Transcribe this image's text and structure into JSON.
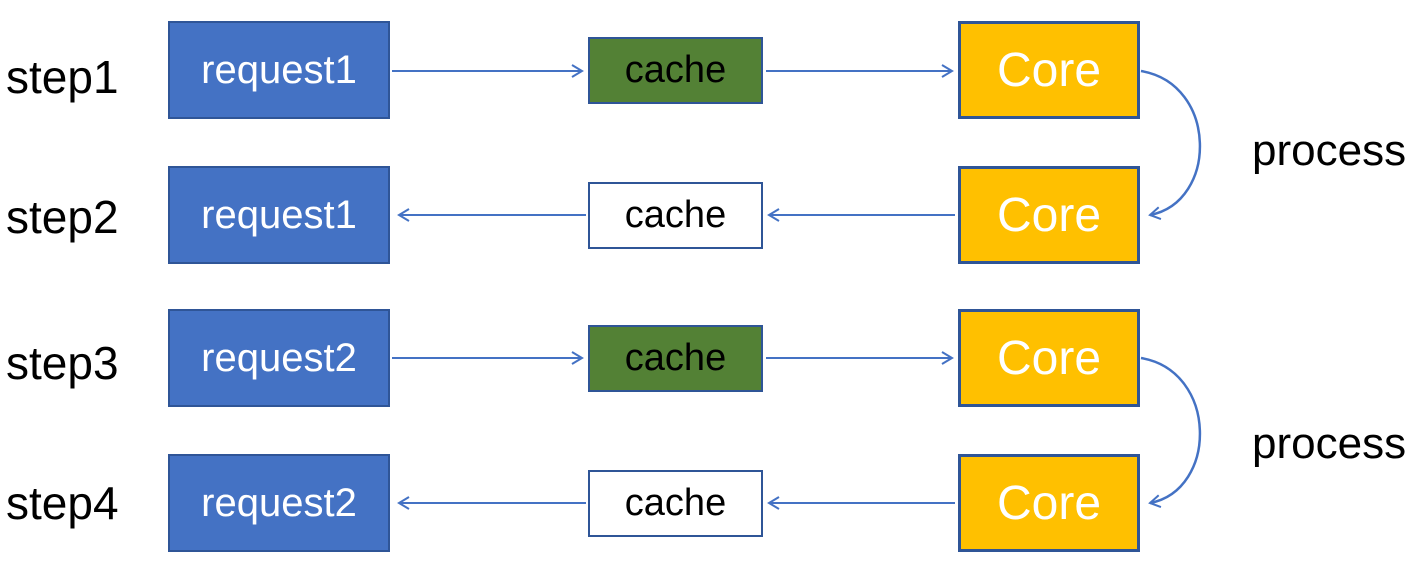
{
  "colors": {
    "request_fill": "#4472C4",
    "cache_hit_fill": "#538135",
    "cache_return_fill": "#FFFFFF",
    "core_fill": "#FFC000",
    "box_border": "#2F5597",
    "arrow": "#4472C4",
    "text_on_blue": "#FFFFFF",
    "text_on_green": "#000000",
    "text_black": "#000000"
  },
  "rows": [
    {
      "step": "step1",
      "request": "request1",
      "cache": "cache",
      "cache_variant": "filled",
      "core": "Core",
      "flow": "request-to-core"
    },
    {
      "step": "step2",
      "request": "request1",
      "cache": "cache",
      "cache_variant": "empty",
      "core": "Core",
      "flow": "core-to-request"
    },
    {
      "step": "step3",
      "request": "request2",
      "cache": "cache",
      "cache_variant": "filled",
      "core": "Core",
      "flow": "request-to-core"
    },
    {
      "step": "step4",
      "request": "request2",
      "cache": "cache",
      "cache_variant": "empty",
      "core": "Core",
      "flow": "core-to-request"
    }
  ],
  "process_arrows": [
    {
      "label": "process",
      "from_step": "step1",
      "to_step": "step2"
    },
    {
      "label": "process",
      "from_step": "step3",
      "to_step": "step4"
    }
  ]
}
